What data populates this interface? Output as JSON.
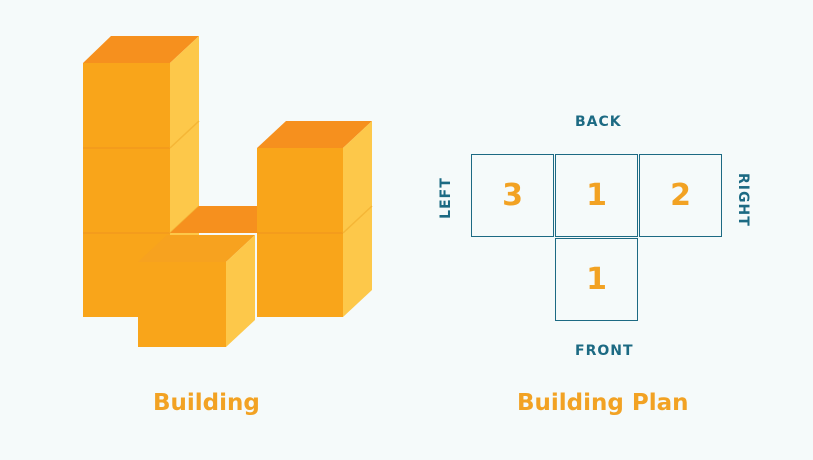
{
  "colors": {
    "background": "#f5fafa",
    "cube_front": "#f9a51a",
    "cube_side": "#fdc84a",
    "cube_top": "#f6901e",
    "accent_text": "#f2a223",
    "plan_lines": "#1c6a83"
  },
  "building": {
    "caption": "Building"
  },
  "plan": {
    "caption": "Building Plan",
    "labels": {
      "back": "BACK",
      "front": "FRONT",
      "left": "LEFT",
      "right": "RIGHT"
    },
    "cells": {
      "left": "3",
      "middle": "1",
      "right": "2",
      "front": "1"
    }
  }
}
